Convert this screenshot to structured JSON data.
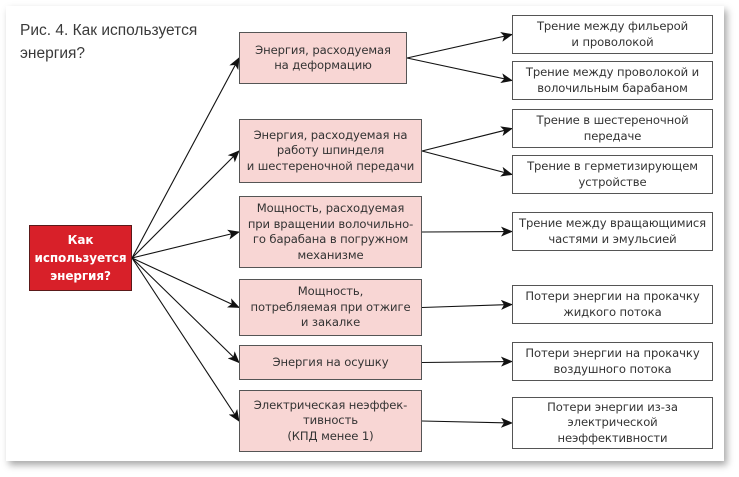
{
  "figure": {
    "title": "Рис. 4. Как используется энергия?"
  },
  "colors": {
    "root_fill": "#d82029",
    "mid_fill": "#f8d6d4",
    "leaf_fill": "#ffffff",
    "line": "#111111"
  },
  "diagram": {
    "root": "Как\nиспользуется\nэнергия?",
    "mid": [
      "Энергия, расходуемая\nна деформацию",
      "Энергия, расходуемая на\nработу шпинделя\nи шестереночной передачи",
      "Мощность, расходуемая\nпри вращении волочильно-\nго барабана в погружном\nмеханизме",
      "Мощность,\nпотребляемая при отжиге\nи закалке",
      "Энергия на осушку",
      "Электрическая неэффек-\nтивность\n(КПД менее 1)"
    ],
    "leaves": [
      "Трение между фильерой\nи проволокой",
      "Трение между проволокой и\nволочильным барабаном",
      "Трение в шестереночной\nпередаче",
      "Трение в герметизирующем\nустройстве",
      "Трение между вращающимися\nчастями и эмульсией",
      "Потери энергии на прокачку\nжидкого потока",
      "Потери энергии на прокачку\nвоздушного потока",
      "Потери энергии из-за\nэлектрической\nнеэффективности"
    ],
    "edges": [
      {
        "from": "root",
        "to": "mid-0"
      },
      {
        "from": "root",
        "to": "mid-1"
      },
      {
        "from": "root",
        "to": "mid-2"
      },
      {
        "from": "root",
        "to": "mid-3"
      },
      {
        "from": "root",
        "to": "mid-4"
      },
      {
        "from": "root",
        "to": "mid-5"
      },
      {
        "from": "mid-0",
        "to": "leaf-0"
      },
      {
        "from": "mid-0",
        "to": "leaf-1"
      },
      {
        "from": "mid-1",
        "to": "leaf-2"
      },
      {
        "from": "mid-1",
        "to": "leaf-3"
      },
      {
        "from": "mid-2",
        "to": "leaf-4"
      },
      {
        "from": "mid-3",
        "to": "leaf-5"
      },
      {
        "from": "mid-4",
        "to": "leaf-6"
      },
      {
        "from": "mid-5",
        "to": "leaf-7"
      }
    ]
  }
}
